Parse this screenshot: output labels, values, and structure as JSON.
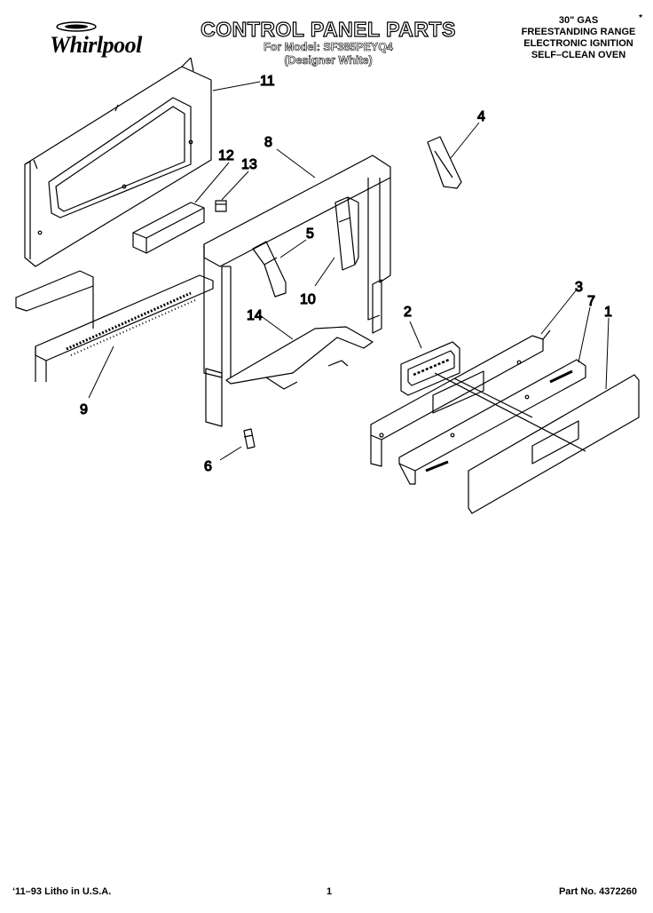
{
  "brand": "Whirlpool",
  "title": "CONTROL PANEL PARTS",
  "model_line": "For Model: SF385PEYQ4",
  "color_line": "(Designer White)",
  "spec": {
    "star": "*",
    "lines": [
      "30\" GAS",
      "FREESTANDING RANGE",
      "ELECTRONIC IGNITION",
      "SELF–CLEAN OVEN"
    ]
  },
  "callouts": {
    "c1": "1",
    "c2": "2",
    "c3": "3",
    "c4": "4",
    "c5": "5",
    "c6": "6",
    "c7": "7",
    "c8": "8",
    "c9": "9",
    "c10": "10",
    "c11": "11",
    "c12": "12",
    "c13": "13",
    "c14": "14"
  },
  "footer": {
    "left": "‘11–93 Litho in U.S.A.",
    "page": "1",
    "part_no": "Part No. 4372260"
  }
}
